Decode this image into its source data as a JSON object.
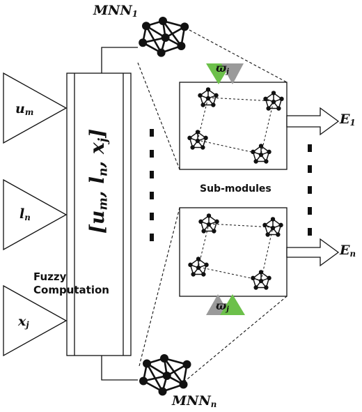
{
  "inputs": [
    {
      "symbol": "u",
      "sub": "m"
    },
    {
      "symbol": "l",
      "sub": "n"
    },
    {
      "symbol": "x",
      "sub": "j"
    }
  ],
  "vector": {
    "open": "[",
    "u": "u",
    "u_sub": "m",
    "l": "l",
    "l_sub": "n",
    "x": "x",
    "x_sub": "j",
    "close": "]"
  },
  "fuzzy_label": {
    "line1": "Fuzzy",
    "line2": "Computation"
  },
  "mnn_top": {
    "base": "MNN",
    "sub": "1"
  },
  "mnn_bottom": {
    "base": "MNN",
    "sub": "n"
  },
  "weight_top": {
    "symbol": "ϖ",
    "sub": "j"
  },
  "weight_bottom": {
    "symbol": "ϖ",
    "sub": "j"
  },
  "submodules_label": "Sub-modules",
  "outputs": [
    {
      "base": "E",
      "sub": "1"
    },
    {
      "base": "E",
      "sub": "n"
    }
  ],
  "colors": {
    "weight_green": "#6cc04a",
    "weight_gray": "#9a9a9a",
    "line": "#111111"
  }
}
